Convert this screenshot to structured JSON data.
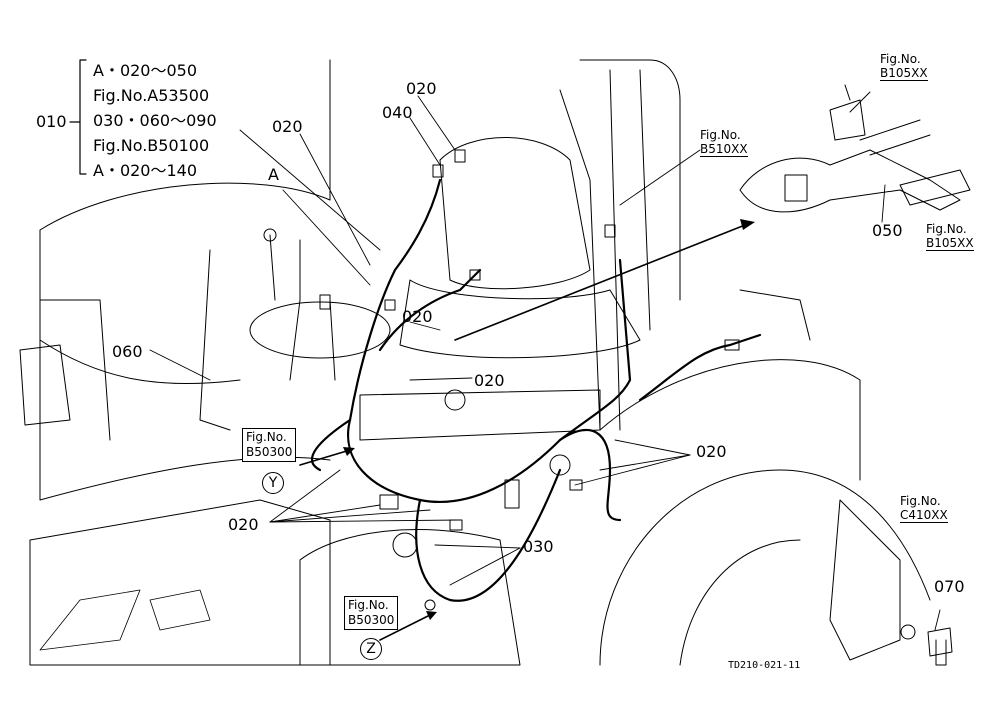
{
  "legend": {
    "callout": "010",
    "lines": [
      "A・020～050",
      "Fig.No.A53500",
      "030・060～090",
      "Fig.No.B50100",
      "A・020～140"
    ]
  },
  "callouts": {
    "c_020_top": "020",
    "c_020_left": "020",
    "c_040": "040",
    "c_A": "A",
    "c_060": "060",
    "c_020_mid1": "020",
    "c_020_mid2": "020",
    "c_020_right": "020",
    "c_020_bottom": "020",
    "c_030": "030",
    "c_050": "050",
    "c_070": "070"
  },
  "refs": {
    "b105_top": {
      "label": "Fig.No.",
      "value": "B105XX"
    },
    "b510": {
      "label": "Fig.No.",
      "value": "B510XX"
    },
    "b105_right": {
      "label": "Fig.No.",
      "value": "B105XX"
    },
    "b503_y": {
      "label": "Fig.No.",
      "value": "B50300"
    },
    "b503_z": {
      "label": "Fig.No.",
      "value": "B50300"
    },
    "c410": {
      "label": "Fig.No.",
      "value": "C410XX"
    }
  },
  "markers": {
    "y": "Y",
    "z": "Z"
  },
  "drawing_code": "TD210-021-11"
}
